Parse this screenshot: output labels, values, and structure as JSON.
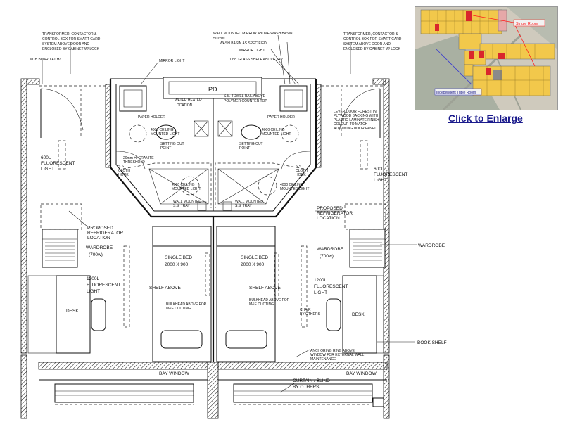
{
  "link": {
    "enlarge": "Click to Enlarge"
  },
  "thumbnail": {
    "label_single": "Single Room",
    "label_triple": "Independent Triple Room",
    "accent": "#ff1a1a",
    "room_fill": "#f2c84b",
    "highlight": "#d9262c"
  },
  "notes": {
    "transformer_left": [
      "TRANSFORMER, CONTACTOR &",
      "CONTROL BOX FOR SMART CARD",
      "SYSTEM ABOVE DOOR AND",
      "ENCLOSED BY CABINET W/ LOCK"
    ],
    "transformer_right": [
      "TRANSFORMER, CONTACTOR &",
      "CONTROL BOX FOR SMART CARD",
      "SYSTEM ABOVE DOOR AND",
      "ENCLOSED BY CABINET W/ LOCK"
    ],
    "mcb": "MCB BOARD AT H/L",
    "mirror_top": [
      "WALL MOUNTED MIRROR ABOVE WASH BASIN",
      "500x09"
    ],
    "wash_basin": "WASH BASIN AS SPECIFIED",
    "mirror_light_r": "MIRROR LIGHT",
    "glass_shelf": "1 no. GLASS SHELF ABOVE TAP",
    "mirror_light_l": "MIRROR LIGHT",
    "pd": "PD",
    "water_heater": [
      "WATER HEATER",
      "LOCATION"
    ],
    "towel_rail": [
      "S.S. TOWEL RAIL ABOVE",
      "POLYMER COUNTER TOP"
    ],
    "paper_holder_l": "PAPER HOLDER",
    "paper_holder_r": "PAPER HOLDER",
    "ceiling_light_l": [
      "4000 CEILING",
      "MOUNTED LIGHT"
    ],
    "ceiling_light_r": [
      "4000 CEILING",
      "MOUNTED LIGHT"
    ],
    "setting_out_l": [
      "SETTING OUT",
      "POINT"
    ],
    "setting_out_r": [
      "SETTING OUT",
      "POINT"
    ],
    "door_rebate": [
      "LEVER DOOR FOREST IN",
      "PLYWOOD BACKING WITH",
      "PLASTIC LAMINATE FINISH",
      "COLOUR TO MATCH",
      "ADJOINING DOOR PANEL"
    ],
    "granite_l": [
      "20mm Hl GRANITE",
      "THRESHOLD"
    ],
    "cloth_hook_l": [
      "S.S.",
      "CLOTH",
      "HOOK"
    ],
    "cloth_hook_r": [
      "S.S.",
      "CLOTH",
      "HOOK"
    ],
    "ceiling_light_l2": [
      "4000 CEILING",
      "MOUNTED LIGHT"
    ],
    "ceiling_light_r2": [
      "4000 CEILING",
      "MOUNTED LIGHT"
    ],
    "wall_light_l": [
      "WALL MOUNTED",
      "S.S. TRAY"
    ],
    "wall_light_r": [
      "WALL MOUNTED",
      "S.S. TRAY"
    ],
    "fluorescent_600_l": [
      "600L",
      "FLUORESCENT",
      "LIGHT"
    ],
    "fluorescent_600_r": [
      "600L",
      "FLUORESCENT",
      "LIGHT"
    ],
    "fridge_l": [
      "PROPOSED",
      "REFRIGERATOR",
      "LOCATION"
    ],
    "fridge_r": [
      "PROPOSED",
      "REFRIGERATOR",
      "LOCATION"
    ],
    "wardrobe_l": [
      "WARDROBE",
      "(700w)"
    ],
    "wardrobe_r": [
      "WARDROBE",
      "(700w)"
    ],
    "wardrobe_callout": "WARDROBE",
    "bed_l": [
      "SINGLE BED",
      "2000 X 900"
    ],
    "bed_r": [
      "SINGLE BED",
      "2000 X 900"
    ],
    "fluorescent_1200_l": [
      "1200L",
      "FLUORESCENT",
      "LIGHT"
    ],
    "fluorescent_1200_r": [
      "1200L",
      "FLUORESCENT",
      "LIGHT"
    ],
    "shelf_l": "SHELF ABOVE",
    "shelf_r": "SHELF ABOVE",
    "bulkhead_l": [
      "BULKHEAD ABOVE FOR",
      "M&E DUCTING"
    ],
    "bulkhead_r": [
      "BULKHEAD ABOVE FOR",
      "M&E DUCTING"
    ],
    "chair": [
      "CHAIR",
      "BY OTHERS"
    ],
    "desk_l": "DESK",
    "desk_r": "DESK",
    "book_shelf": "BOOK SHELF",
    "anchoring": [
      "ANCHORING RING ABOVE",
      "WINDOW FOR EXTERNAL WALL",
      "MAINTENANCE"
    ],
    "bay_window_l": "BAY WINDOW",
    "bay_window_r": "BAY WINDOW",
    "curtain": [
      "CURTAIN / BLIND",
      "BY OTHERS"
    ]
  }
}
